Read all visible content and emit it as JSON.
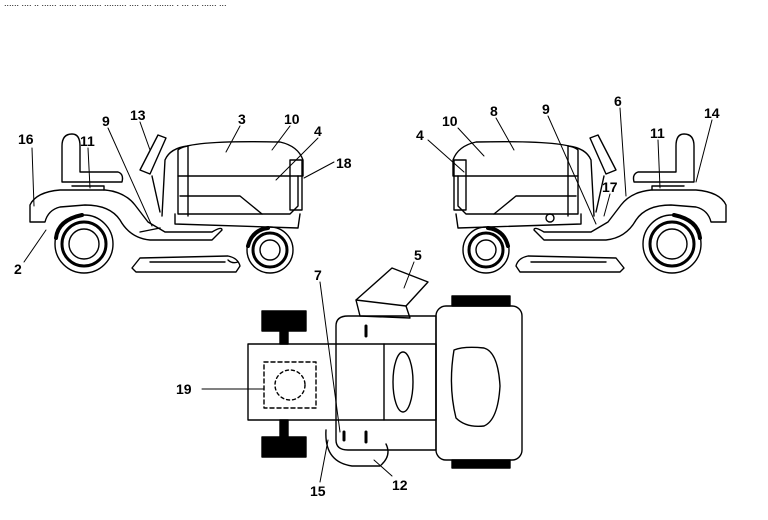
{
  "header": {
    "text": "...... .... .. ...... ....... ......... ......... .... .... ........ . ... ... ...... ...",
    "note": "cropped header strip"
  },
  "diagram": {
    "colors": {
      "ink": "#000000",
      "paper": "#ffffff"
    },
    "callouts": [
      {
        "id": "c16",
        "label": "16"
      },
      {
        "id": "c11a",
        "label": "11"
      },
      {
        "id": "c9a",
        "label": "9"
      },
      {
        "id": "c13",
        "label": "13"
      },
      {
        "id": "c3",
        "label": "3"
      },
      {
        "id": "c10a",
        "label": "10"
      },
      {
        "id": "c4a",
        "label": "4"
      },
      {
        "id": "c18",
        "label": "18"
      },
      {
        "id": "c2",
        "label": "2"
      },
      {
        "id": "c4b",
        "label": "4"
      },
      {
        "id": "c10b",
        "label": "10"
      },
      {
        "id": "c8",
        "label": "8"
      },
      {
        "id": "c9b",
        "label": "9"
      },
      {
        "id": "c6",
        "label": "6"
      },
      {
        "id": "c14",
        "label": "14"
      },
      {
        "id": "c11b",
        "label": "11"
      },
      {
        "id": "c17",
        "label": "17"
      },
      {
        "id": "c5",
        "label": "5"
      },
      {
        "id": "c7",
        "label": "7"
      },
      {
        "id": "c19",
        "label": "19"
      },
      {
        "id": "c15",
        "label": "15"
      },
      {
        "id": "c12",
        "label": "12"
      }
    ]
  }
}
